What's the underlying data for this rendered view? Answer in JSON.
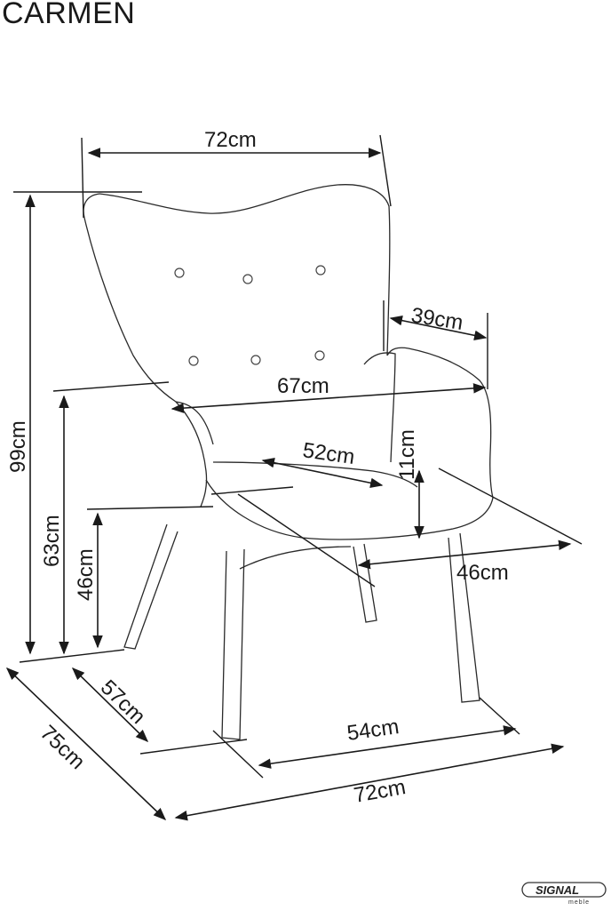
{
  "title": "CARMEN",
  "dimensions": {
    "top_width": "72cm",
    "armrest_depth": "39cm",
    "seat_width": "67cm",
    "seat_depth": "52cm",
    "armrest_height": "11cm",
    "seat_depth_side": "46cm",
    "total_height": "99cm",
    "arm_height": "63cm",
    "seat_height": "46cm",
    "leg_depth": "57cm",
    "total_depth": "75cm",
    "leg_width": "54cm",
    "base_width": "72cm"
  },
  "brand": {
    "name": "SIGNAL",
    "tagline": "meble"
  }
}
